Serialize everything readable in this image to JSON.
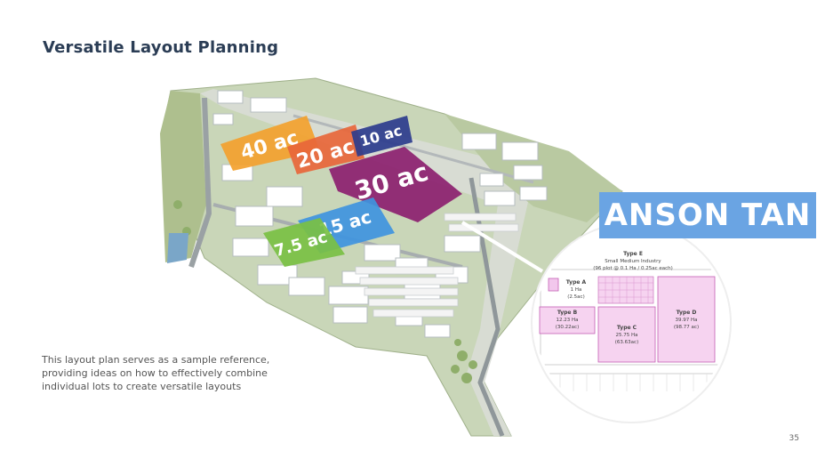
{
  "page": {
    "title": "Versatile Layout Planning",
    "caption": "This layout plan serves as a sample reference, providing ideas on how to effectively combine individual lots to create versatile layouts",
    "page_number": "35",
    "watermark": "ANSON TAN"
  },
  "lots": [
    {
      "label": "40 ac",
      "color": "#f3a12e"
    },
    {
      "label": "20 ac",
      "color": "#e8663a"
    },
    {
      "label": "10 ac",
      "color": "#2d3c8d"
    },
    {
      "label": "30 ac",
      "color": "#8c1f6f"
    },
    {
      "label": "15 ac",
      "color": "#3f94de"
    },
    {
      "label": "7.5 ac",
      "color": "#79c043"
    }
  ],
  "zoom_panel": {
    "type_e_title": "Type E",
    "type_e_line1": "Small Medium Industry",
    "type_e_line2": "(96 plot @ 0.1 Ha / 0.25ac each)",
    "type_a_title": "Type A",
    "type_a_line1": "1 Ha",
    "type_a_line2": "(2.5ac)",
    "type_b_title": "Type B",
    "type_b_line1": "12.23 Ha",
    "type_b_line2": "(30.22ac)",
    "type_c_title": "Type C",
    "type_c_line1": "25.75 Ha",
    "type_c_line2": "(63.63ac)",
    "type_d_title": "Type D",
    "type_d_line1": "39.97 Ha",
    "type_d_line2": "(98.77 ac)"
  }
}
